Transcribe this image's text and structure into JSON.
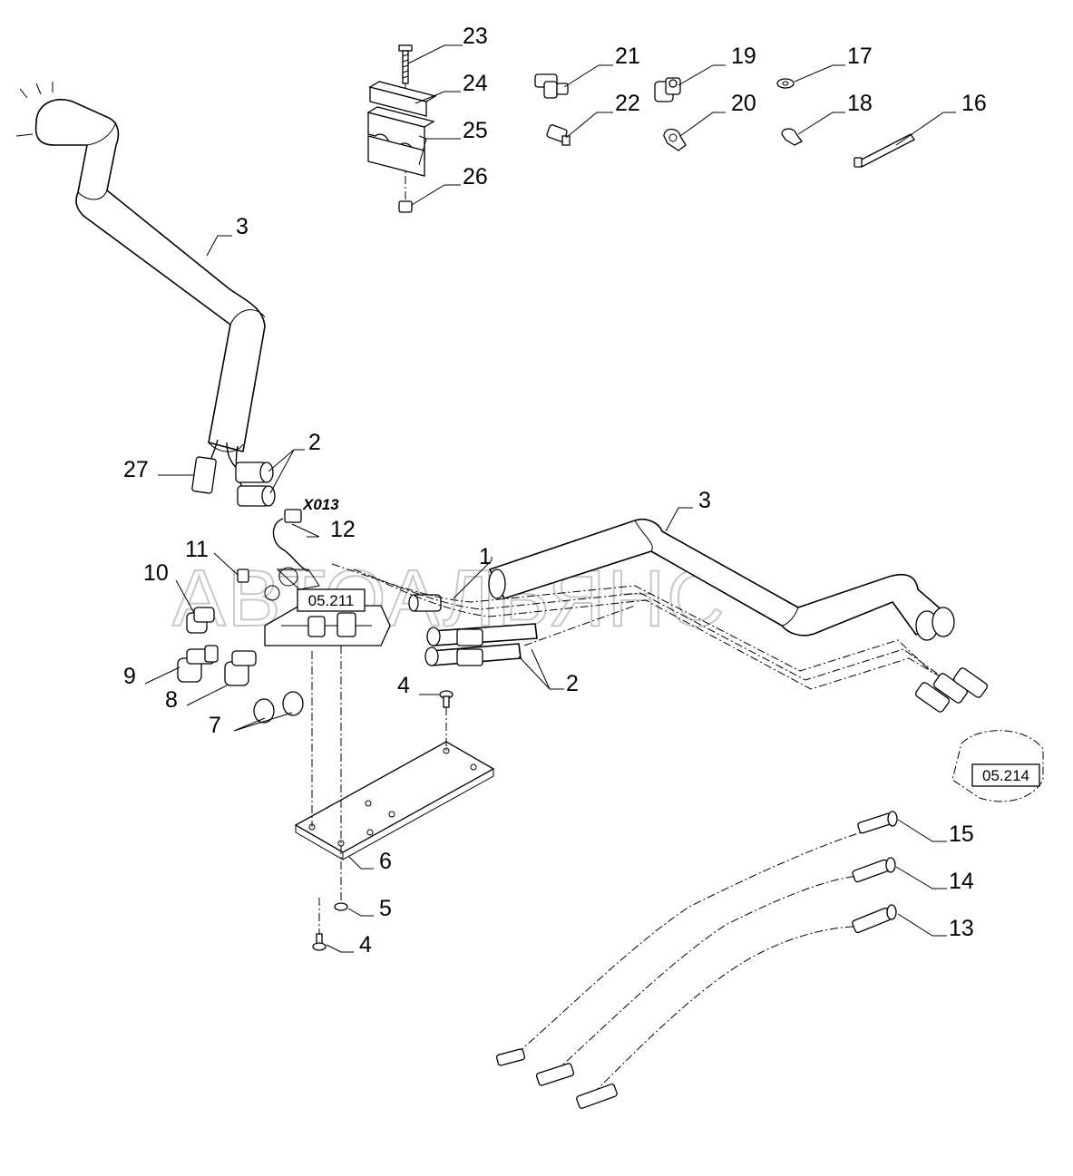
{
  "watermark": "АВТОАЛЬЯНС",
  "connector_code": "X013",
  "references": {
    "left_block": "05.211",
    "right_block": "05.214"
  },
  "callouts": {
    "c23": "23",
    "c24": "24",
    "c25": "25",
    "c26": "26",
    "c21": "21",
    "c22": "22",
    "c19": "19",
    "c20": "20",
    "c17": "17",
    "c18": "18",
    "c16": "16",
    "c3_top": "3",
    "c27": "27",
    "c2_top": "2",
    "c12": "12",
    "c3_right": "3",
    "c11": "11",
    "c10": "10",
    "c1": "1",
    "c9": "9",
    "c8": "8",
    "c7": "7",
    "c2_mid": "2",
    "c4_mid": "4",
    "c6": "6",
    "c5": "5",
    "c4_bot": "4",
    "c15": "15",
    "c14": "14",
    "c13": "13"
  }
}
